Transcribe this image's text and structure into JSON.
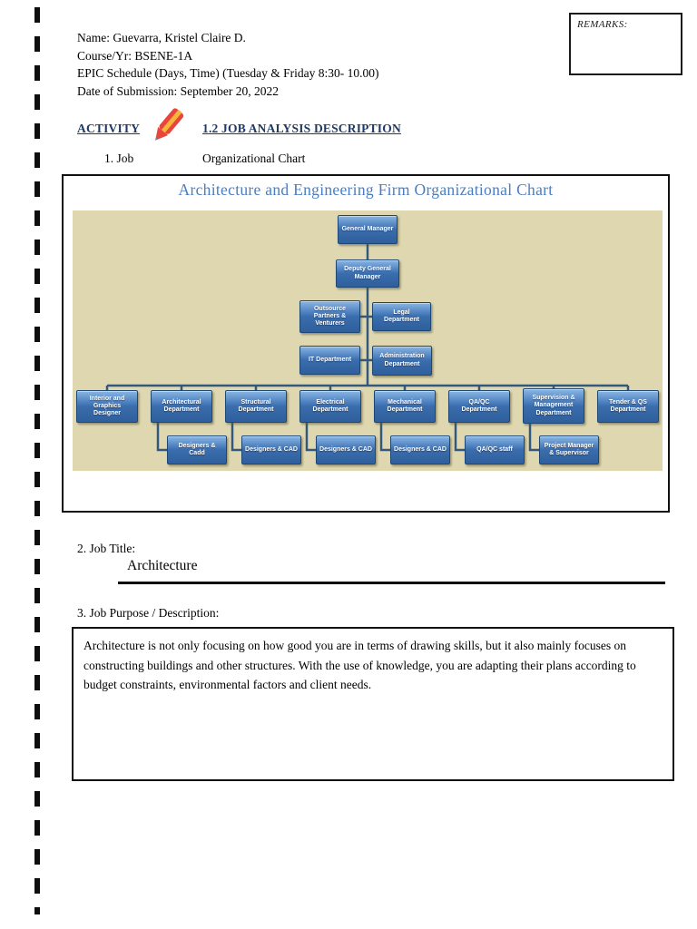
{
  "page": {
    "header": {
      "lines": [
        "Name: Guevarra, Kristel Claire D.",
        "Course/Yr: BSENE-1A",
        "EPIC Schedule (Days, Time) (Tuesday & Friday 8:30- 10.00)",
        "Date of Submission: September 20, 2022"
      ]
    },
    "remarks_label": "REMARKS:",
    "activity": {
      "label": "ACTIVITY",
      "title": "1.2 JOB ANALYSIS DESCRIPTION",
      "icon": "pencil-icon",
      "accent_color": "#1e3a66"
    },
    "job_section": {
      "item_label": "1. Job",
      "item_value": "Organizational Chart"
    },
    "job_title_section": {
      "label": "2. Job Title:",
      "value": "Architecture"
    },
    "job_purpose_section": {
      "label": "3. Job Purpose / Description:",
      "value": "Architecture is not only focusing on how good you are in terms of drawing skills, but it also mainly focuses on constructing buildings and other structures. With the use of knowledge, you are adapting their plans according to budget constraints, environmental factors and client needs."
    }
  },
  "org_chart": {
    "title": "Architecture and Engineering Firm Organizational Chart",
    "colors": {
      "title_text": "#4b7dc0",
      "canvas_background": "#ded7b0",
      "node_gradient_top": "#8ab6e3",
      "node_gradient_bottom": "#2f5f9c",
      "node_border": "#1d4876",
      "node_text": "#ffffff",
      "connector": "#33587e"
    },
    "nodes": {
      "general_manager": "General Manager",
      "deputy_general_manager": "Deputy General Manager",
      "outsource_partners": "Outsource Partners & Venturers",
      "legal_department": "Legal Department",
      "it_department": "IT Department",
      "administration_department": "Administration Department",
      "interior_graphics_designer": "Interior and Graphics Designer",
      "architectural_department": "Architectural Department",
      "structural_department": "Structural Department",
      "electrical_department": "Electrical Department",
      "mechanical_department": "Mechanical Department",
      "qaqc_department": "QA/QC Department",
      "supervision_management_department": "Supervision & Management Department",
      "tender_qs_department": "Tender & QS Department",
      "designers_cadd": "Designers & Cadd",
      "designers_cad_structural": "Designers & CAD",
      "designers_cad_electrical": "Designers & CAD",
      "designers_cad_mechanical": "Designers & CAD",
      "qaqc_staff": "QA/QC staff",
      "project_manager_supervisor": "Project Manager & Supervisor"
    }
  }
}
